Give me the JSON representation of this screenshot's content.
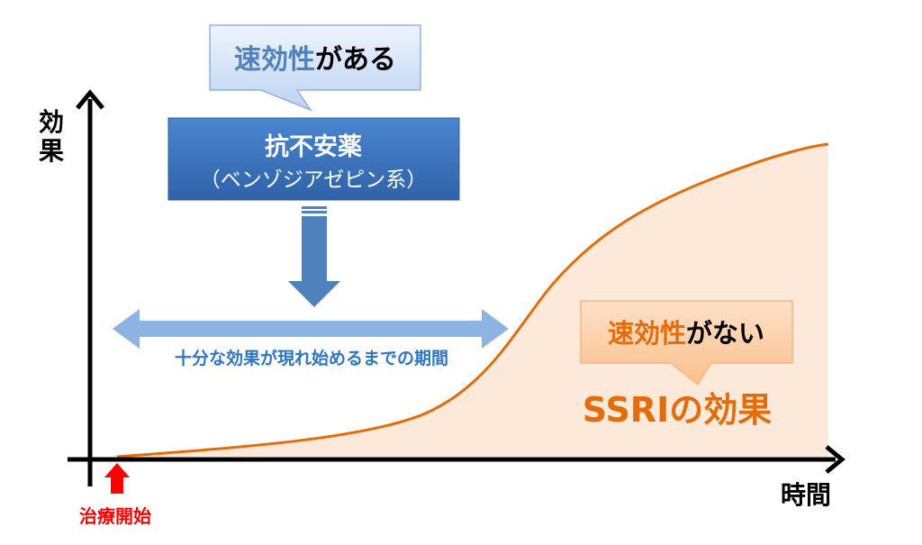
{
  "axes": {
    "y_label_line1": "効",
    "y_label_line2": "果",
    "x_label": "時間",
    "start_label": "治療開始"
  },
  "fast_callout": {
    "highlight": "速効性",
    "rest": "がある"
  },
  "drug_box": {
    "title": "抗不安薬",
    "subtitle": "（ベンゾジアゼピン系）"
  },
  "period_label": "十分な効果が現れ始めるまでの期間",
  "slow_callout": {
    "highlight": "速効性",
    "rest": "がない"
  },
  "curve_label": "SSRIの効果",
  "colors": {
    "blue_box": "#3d75c0",
    "blue_arrow": "#4f81bd",
    "light_blue_arrow": "#8db3e2",
    "orange": "#e46c0a",
    "orange_fill": "#fde9d9",
    "red": "#ff0000"
  }
}
